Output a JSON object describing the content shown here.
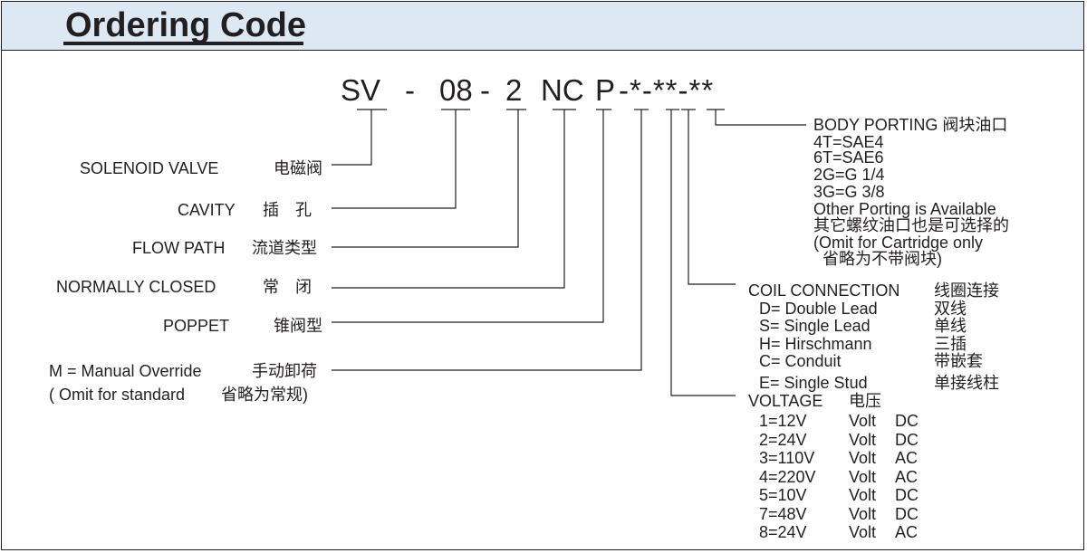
{
  "header": {
    "title": "Ordering Code"
  },
  "code": {
    "parts": [
      "SV",
      "-",
      "08",
      "-",
      "2",
      "NC",
      "P",
      "-*-**-**"
    ]
  },
  "left_labels": [
    {
      "en": "SOLENOID VALVE",
      "cn": "电磁阀"
    },
    {
      "en": "CAVITY",
      "cn": "插　孔"
    },
    {
      "en": "FLOW PATH",
      "cn": "流道类型"
    },
    {
      "en": "NORMALLY CLOSED",
      "cn": "常　闭"
    },
    {
      "en": "POPPET",
      "cn": "锥阀型"
    },
    {
      "en": "M = Manual Override",
      "cn": "手动卸荷"
    }
  ],
  "manual_note": {
    "en": "( Omit for standard",
    "cn": "省略为常规)"
  },
  "body_porting": {
    "title": "BODY PORTING 阀块油口",
    "lines": [
      "4T=SAE4",
      "6T=SAE6",
      "2G=G 1/4",
      "3G=G 3/8",
      "Other Porting is Available",
      "其它螺纹油口也是可选择的",
      "(Omit for Cartridge only",
      "省略为不带阀块)"
    ]
  },
  "coil": {
    "title": "COIL CONNECTION",
    "title_cn": "线圈连接",
    "items": [
      {
        "en": "D= Double Lead",
        "cn": "双线"
      },
      {
        "en": "S= Single Lead",
        "cn": "单线"
      },
      {
        "en": "H= Hirschmann",
        "cn": "三插"
      },
      {
        "en": "C= Conduit",
        "cn": "带嵌套"
      },
      {
        "en": "E= Single Stud",
        "cn": "单接线柱"
      }
    ]
  },
  "voltage": {
    "title": "VOLTAGE",
    "title_cn": "电压",
    "items": [
      {
        "code": "1=12V",
        "unit": "Volt",
        "type": "DC"
      },
      {
        "code": "2=24V",
        "unit": "Volt",
        "type": "DC"
      },
      {
        "code": "3=110V",
        "unit": "Volt",
        "type": "AC"
      },
      {
        "code": "4=220V",
        "unit": "Volt",
        "type": "AC"
      },
      {
        "code": "5=10V",
        "unit": "Volt",
        "type": "DC"
      },
      {
        "code": "7=48V",
        "unit": "Volt",
        "type": "DC"
      },
      {
        "code": "8=24V",
        "unit": "Volt",
        "type": "AC"
      }
    ]
  }
}
